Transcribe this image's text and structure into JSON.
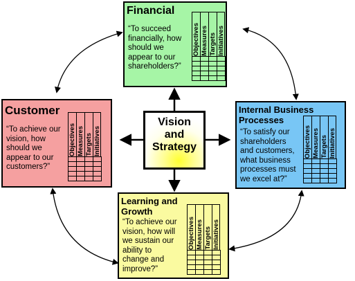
{
  "columns": [
    "Objectives",
    "Measures",
    "Targets",
    "Initiatives"
  ],
  "center": {
    "title_lines": [
      "Vision",
      "and",
      "Strategy"
    ]
  },
  "financial": {
    "title": "Financial",
    "question_lines": [
      "“To succeed",
      "financially, how",
      "should we",
      "appear to our",
      "shareholders?”"
    ]
  },
  "customer": {
    "title": "Customer",
    "question_lines": [
      "“To achieve our",
      "vision, how",
      "should we",
      "appear to our",
      "customers?”"
    ]
  },
  "internal": {
    "title_lines": [
      "Internal Business",
      "Processes"
    ],
    "question_lines": [
      "“To satisfy our",
      "shareholders",
      "and customers,",
      "what business",
      "processes must",
      "we excel at?”"
    ]
  },
  "learning": {
    "title_lines": [
      "Learning and",
      "Growth"
    ],
    "question_lines": [
      "“To achieve our",
      "vision, how will",
      "we sustain our",
      "ability to",
      "change and",
      "improve?”"
    ]
  },
  "colors": {
    "financial": "#a6f5a6",
    "customer": "#f5a0a0",
    "internal": "#78c6f5",
    "learning": "#fafaa0",
    "center_glow": "#ffff3c"
  }
}
